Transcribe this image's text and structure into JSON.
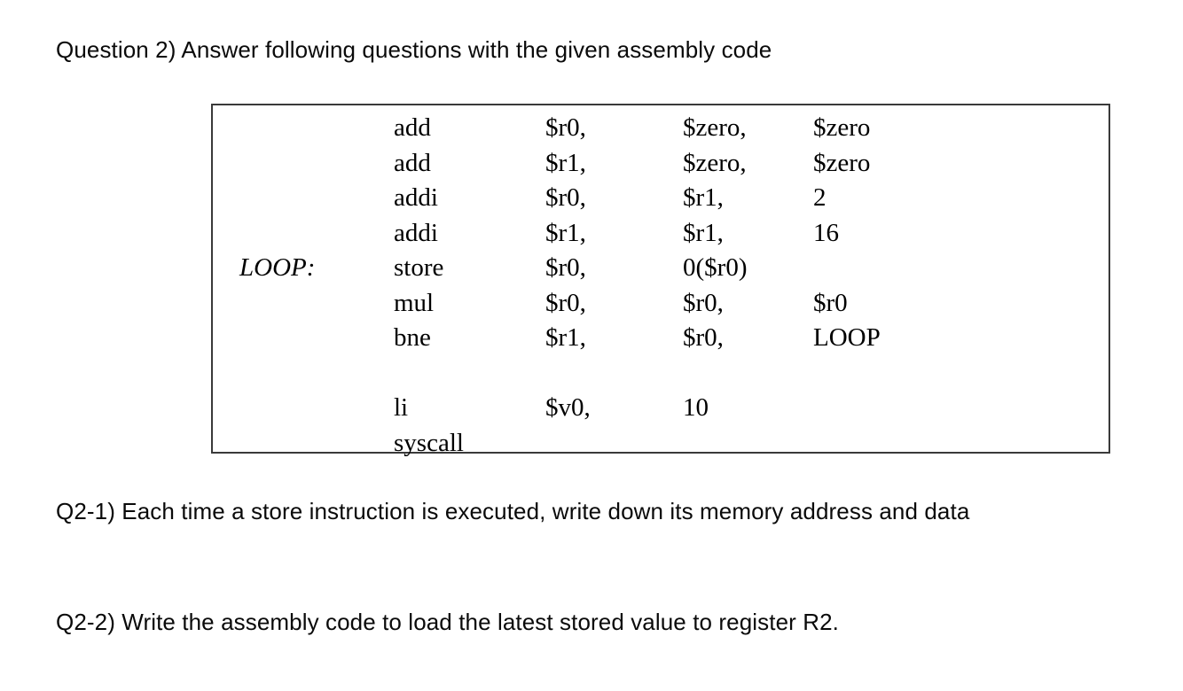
{
  "document": {
    "title": "Question 2) Answer following questions with the given assembly code",
    "background_color": "#ffffff",
    "text_color": "#000000",
    "border_color": "#3a3a3a"
  },
  "code_block": {
    "label_column_header": "",
    "lines": [
      {
        "label": "",
        "op": "add",
        "a1": "$r0,",
        "a2": "$zero,",
        "a3": "$zero"
      },
      {
        "label": "",
        "op": "add",
        "a1": "$r1,",
        "a2": "$zero,",
        "a3": "$zero"
      },
      {
        "label": "",
        "op": "addi",
        "a1": "$r0,",
        "a2": "$r1,",
        "a3": "2"
      },
      {
        "label": "",
        "op": "addi",
        "a1": "$r1,",
        "a2": "$r1,",
        "a3": "16"
      },
      {
        "label": "LOOP:",
        "op": "store",
        "a1": "$r0,",
        "a2": "0($r0)",
        "a3": ""
      },
      {
        "label": "",
        "op": "mul",
        "a1": "$r0,",
        "a2": "$r0,",
        "a3": "$r0"
      },
      {
        "label": "",
        "op": "bne",
        "a1": "$r1,",
        "a2": "$r0,",
        "a3": "LOOP"
      },
      {
        "label": "",
        "op": "",
        "a1": "",
        "a2": "",
        "a3": ""
      },
      {
        "label": "",
        "op": "li",
        "a1": "$v0,",
        "a2": "10",
        "a3": ""
      },
      {
        "label": "",
        "op": "syscall",
        "a1": "",
        "a2": "",
        "a3": ""
      }
    ]
  },
  "questions": [
    {
      "id": "Q2-1",
      "text": "Q2-1) Each time a store instruction is executed, write down its memory address and data"
    },
    {
      "id": "Q2-2",
      "text": "Q2-2) Write the assembly code to load the latest stored value to register R2."
    }
  ]
}
